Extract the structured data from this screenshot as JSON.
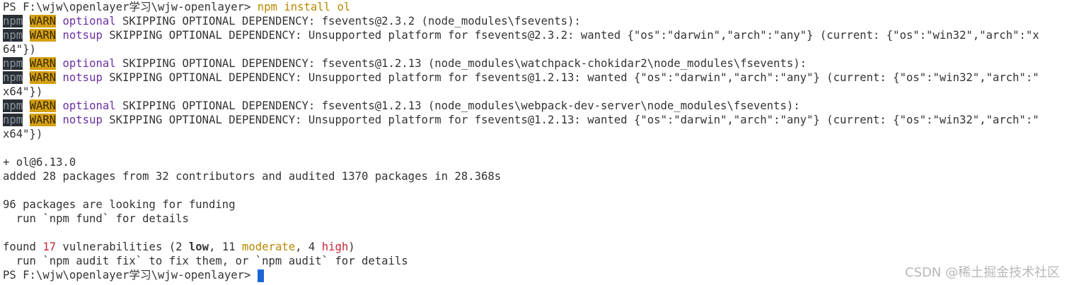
{
  "terminal": {
    "prompt1": "PS F:\\wjw\\openlayer学习\\wjw-openlayer> ",
    "command": "npm install ol",
    "npm": "npm",
    "warn": "WARN",
    "optional": "optional",
    "notsup": "notsup",
    "w1": " SKIPPING OPTIONAL DEPENDENCY: fsevents@2.3.2 (node_modules\\fsevents):",
    "w2": " SKIPPING OPTIONAL DEPENDENCY: Unsupported platform for fsevents@2.3.2: wanted {\"os\":\"darwin\",\"arch\":\"any\"} (current: {\"os\":\"win32\",\"arch\":\"x",
    "w2b": "64\"})",
    "w3": " SKIPPING OPTIONAL DEPENDENCY: fsevents@1.2.13 (node_modules\\watchpack-chokidar2\\node_modules\\fsevents):",
    "w4": " SKIPPING OPTIONAL DEPENDENCY: Unsupported platform for fsevents@1.2.13: wanted {\"os\":\"darwin\",\"arch\":\"any\"} (current: {\"os\":\"win32\",\"arch\":\"",
    "w4b": "x64\"})",
    "w5": " SKIPPING OPTIONAL DEPENDENCY: fsevents@1.2.13 (node_modules\\webpack-dev-server\\node_modules\\fsevents):",
    "w6": " SKIPPING OPTIONAL DEPENDENCY: Unsupported platform for fsevents@1.2.13: wanted {\"os\":\"darwin\",\"arch\":\"any\"} (current: {\"os\":\"win32\",\"arch\":\"",
    "w6b": "x64\"})",
    "installed": "+ ol@6.13.0",
    "added": "added 28 packages from 32 contributors and audited 1370 packages in 28.368s",
    "funding1": "96 packages are looking for funding",
    "funding2": "  run `npm fund` for details",
    "found_pre": "found ",
    "found_count": "17",
    "found_mid1": " vulnerabilities (2 ",
    "low": "low",
    "found_mid2": ", 11 ",
    "moderate": "moderate",
    "found_mid3": ", 4 ",
    "high": "high",
    "found_end": ")",
    "audit_fix": "  run `npm audit fix` to fix them, or `npm audit` for details",
    "prompt2": "PS F:\\wjw\\openlayer学习\\wjw-openlayer> "
  },
  "watermark": "CSDN @稀土掘金技术社区",
  "colors": {
    "warn_bg": "#d4a012",
    "npm_bg": "#2a2f36",
    "keyword": "#6b2fa3",
    "command": "#b88700",
    "high": "#c7263a",
    "cursor": "#1a66d6"
  }
}
